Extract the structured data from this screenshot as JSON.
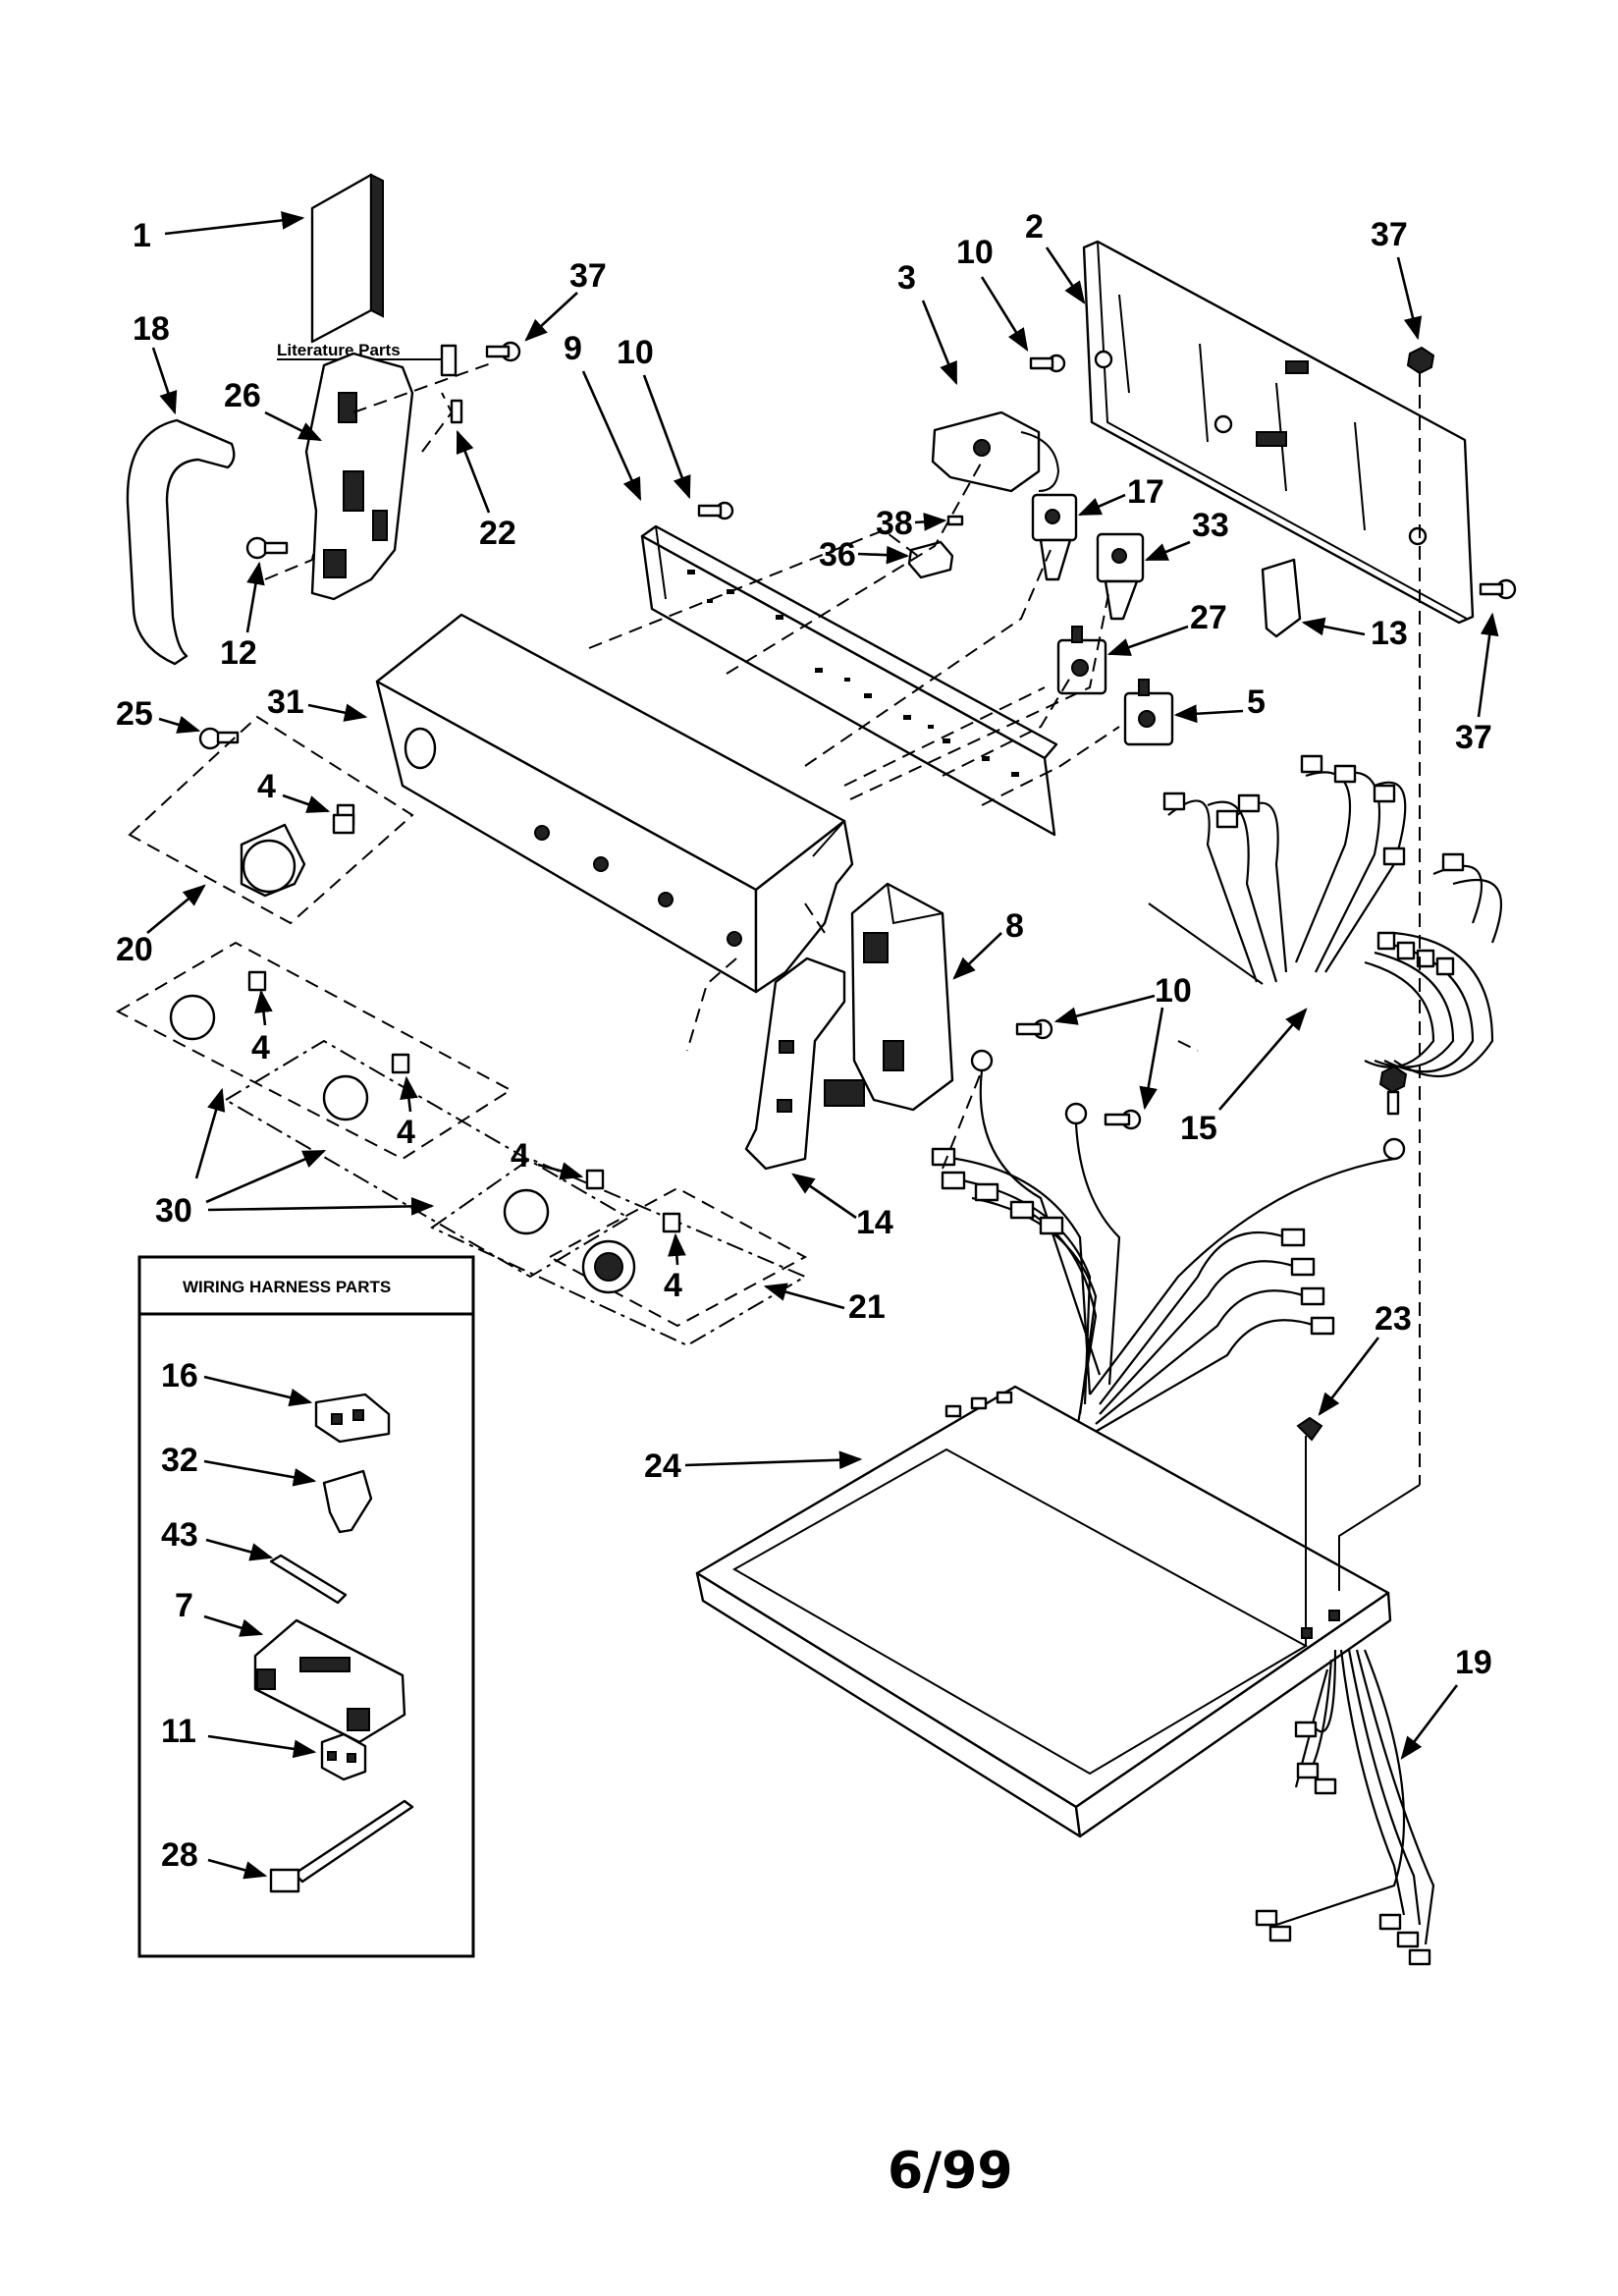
{
  "literature_label": "Literature Parts",
  "wiring_box_title": "WIRING HARNESS PARTS",
  "page_number": "6/99",
  "callouts": {
    "c1": "1",
    "c2": "2",
    "c3": "3",
    "c4a": "4",
    "c4b": "4",
    "c4c": "4",
    "c4d": "4",
    "c4e": "4",
    "c5": "5",
    "c7": "7",
    "c8": "8",
    "c9": "9",
    "c10a": "10",
    "c10b": "10",
    "c10c": "10",
    "c11": "11",
    "c12": "12",
    "c13": "13",
    "c14": "14",
    "c15": "15",
    "c16": "16",
    "c17": "17",
    "c18": "18",
    "c19": "19",
    "c20": "20",
    "c21": "21",
    "c22": "22",
    "c23": "23",
    "c24": "24",
    "c25": "25",
    "c26": "26",
    "c27": "27",
    "c28": "28",
    "c30": "30",
    "c31": "31",
    "c32": "32",
    "c33": "33",
    "c36": "36",
    "c37a": "37",
    "c37b": "37",
    "c37c": "37",
    "c38": "38",
    "c43": "43"
  }
}
